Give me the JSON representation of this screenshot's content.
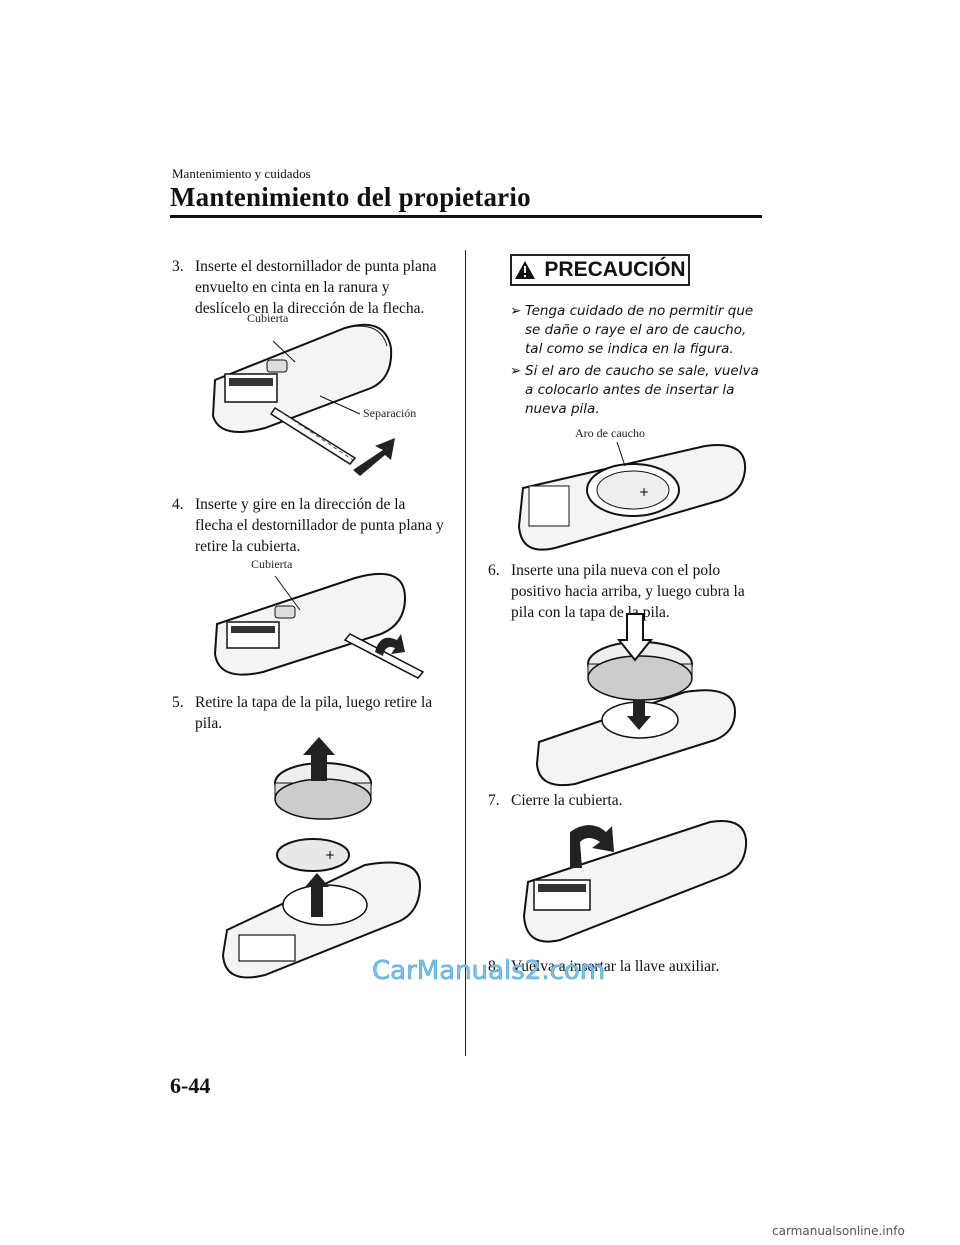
{
  "header": {
    "section": "Mantenimiento y cuidados",
    "title": "Mantenimiento del propietario"
  },
  "left_column": {
    "step3": {
      "number": "3.",
      "text": "Inserte el destornillador de punta plana envuelto en cinta en la ranura y deslícelo en la dirección de la flecha.",
      "labels": {
        "cover": "Cubierta",
        "gap": "Separación"
      }
    },
    "step4": {
      "number": "4.",
      "text": "Inserte y gire en la dirección de la flecha el destornillador de punta plana y retire la cubierta.",
      "labels": {
        "cover": "Cubierta"
      }
    },
    "step5": {
      "number": "5.",
      "text": "Retire la tapa de la pila, luego retire la pila."
    }
  },
  "right_column": {
    "caution": {
      "title": "PRECAUCIÓN",
      "bullets": [
        "Tenga cuidado de no permitir que se dañe o raye el aro de caucho, tal como se indica en la figura.",
        "Si el aro de caucho se sale, vuelva a colocarlo antes de insertar la nueva pila."
      ],
      "figure_label": "Aro de caucho"
    },
    "step6": {
      "number": "6.",
      "text": "Inserte una pila nueva con el polo positivo hacia arriba, y luego cubra la pila con la tapa de la pila."
    },
    "step7": {
      "number": "7.",
      "text": "Cierre la cubierta."
    },
    "step8": {
      "number": "8.",
      "text": "Vuelva a insertar la llave auxiliar."
    }
  },
  "footer": {
    "page_number": "6-44",
    "watermark": "CarManuals2.com",
    "site": "carmanualsonline.info"
  }
}
